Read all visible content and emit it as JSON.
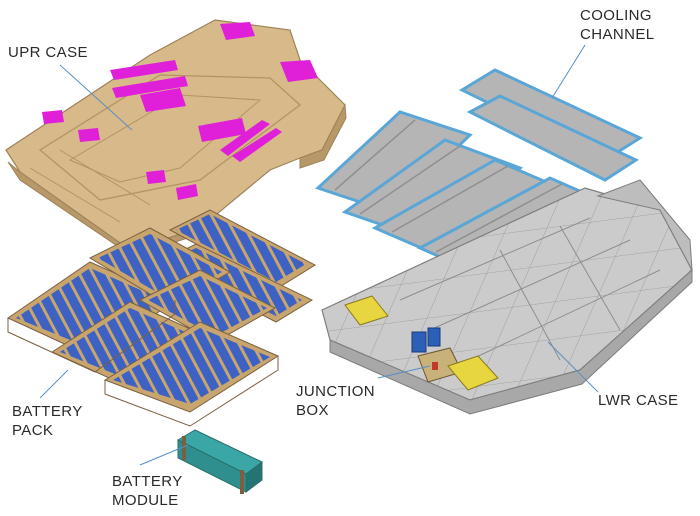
{
  "labels": {
    "upr_case": "UPR CASE",
    "cooling_channel": "COOLING\nCHANNEL",
    "battery_pack": "BATTERY\nPACK",
    "junction_box": "JUNCTION\nBOX",
    "lwr_case": "LWR CASE",
    "battery_module": "BATTERY\nMODULE"
  },
  "colors": {
    "upper_case": "#d7b98a",
    "pads": "#e020d8",
    "cells": "#3e62c4",
    "module_frame": "#c9a56e",
    "cooling_plate": "#b5b5b5",
    "cooling_edge": "#5aa6d6",
    "lower_case": "#c8c8c8",
    "module_teal": "#3aa6a6",
    "junction_yellow": "#e8d640",
    "junction_blue": "#2c5fb8"
  }
}
